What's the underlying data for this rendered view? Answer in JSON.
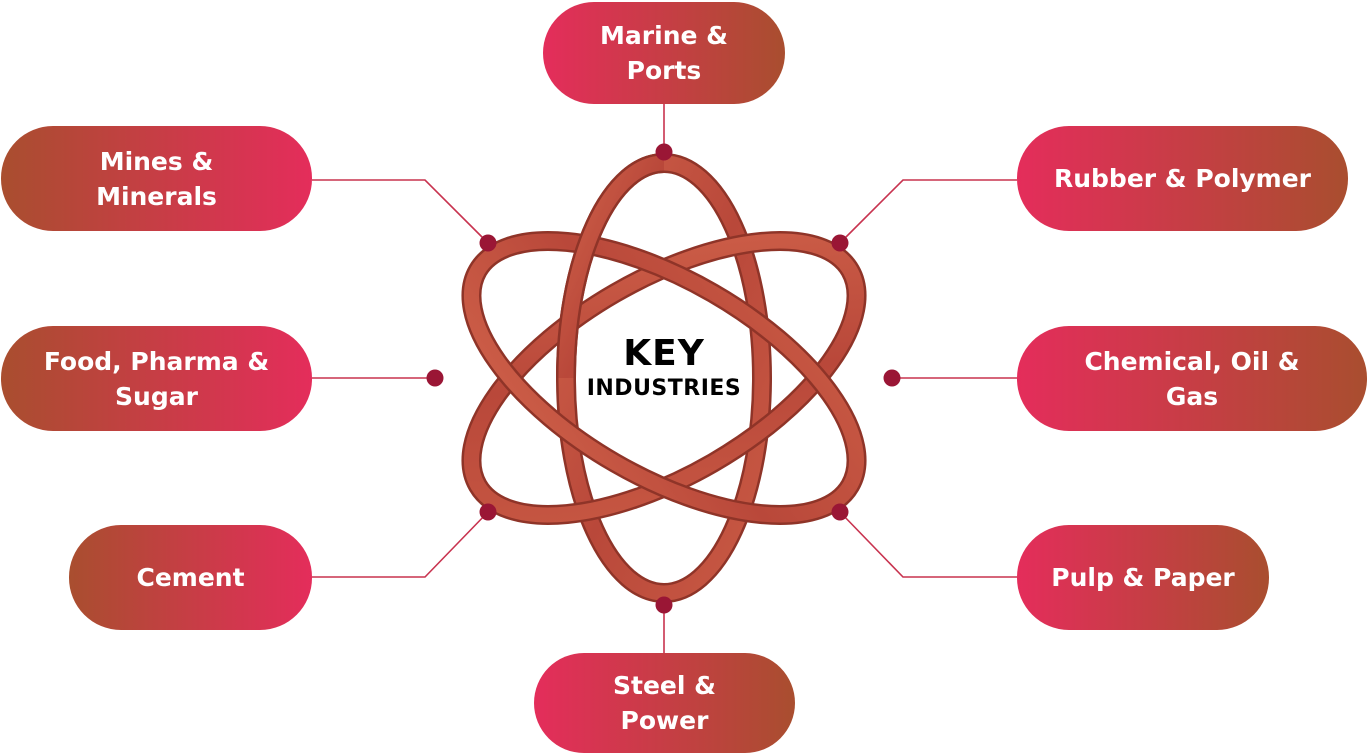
{
  "center": {
    "line1": "KEY",
    "line2": "INDUSTRIES"
  },
  "nodes": {
    "marine": {
      "line1": "Marine &",
      "line2": "Ports"
    },
    "mines": {
      "line1": "Mines &",
      "line2": "Minerals"
    },
    "food": {
      "line1": "Food, Pharma &",
      "line2": "Sugar"
    },
    "cement": {
      "line1": "Cement"
    },
    "steel": {
      "line1": "Steel &",
      "line2": "Power"
    },
    "rubber": {
      "line1": "Rubber & Polymer"
    },
    "chemical": {
      "line1": "Chemical, Oil &",
      "line2": "Gas"
    },
    "pulp": {
      "line1": "Pulp & Paper"
    }
  },
  "colors": {
    "pill_pink": "#e42d5b",
    "pill_brown": "#a94e2f",
    "ring": "#bf5440",
    "ring_dark": "#8f3428",
    "connector_line": "#c8334f",
    "connector_dot": "#9a1635"
  }
}
